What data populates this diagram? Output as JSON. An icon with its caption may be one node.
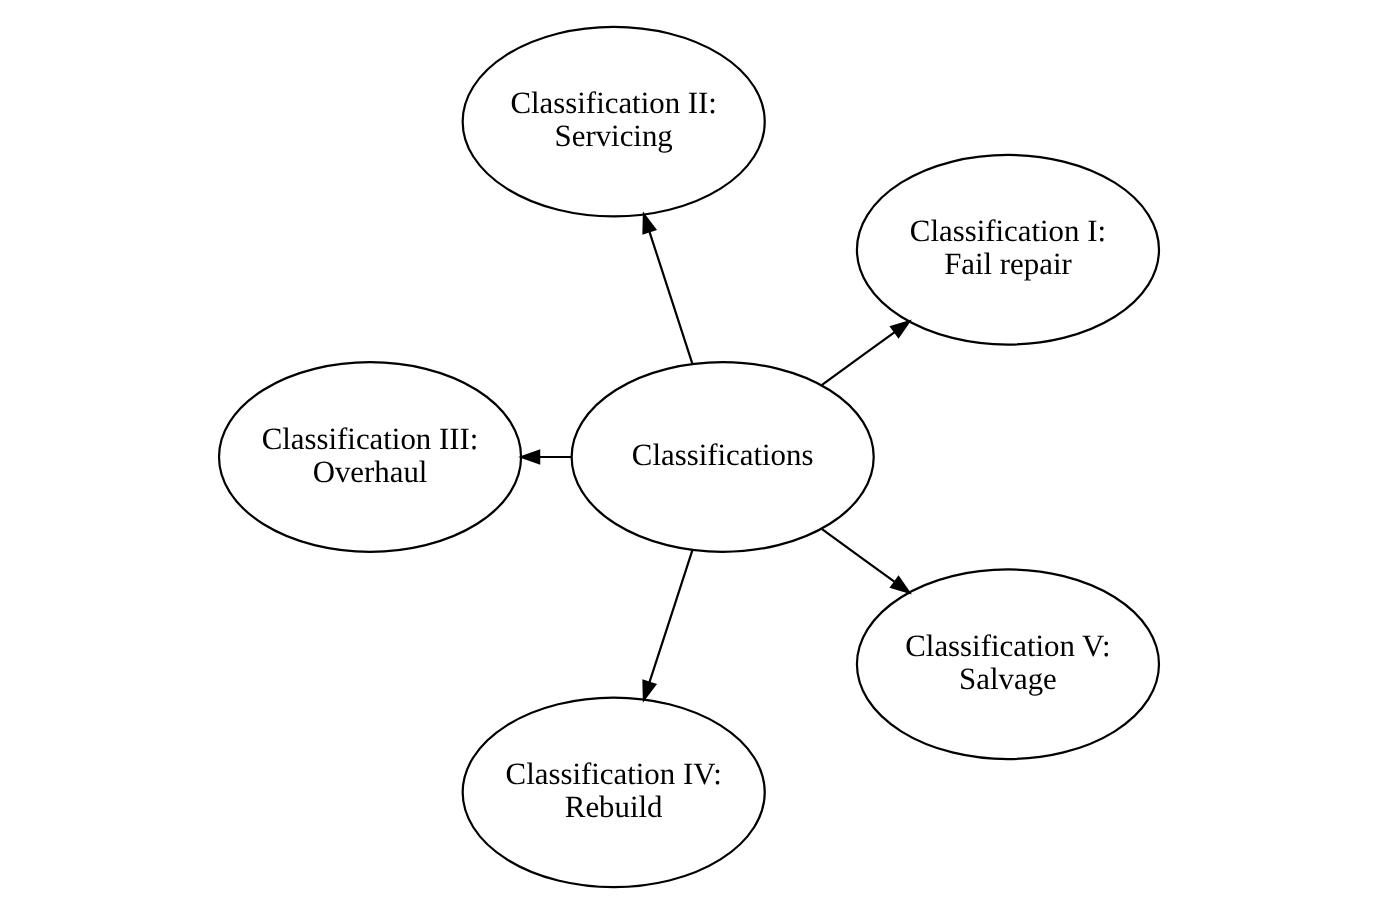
{
  "diagram": {
    "nodes": [
      {
        "text": [
          "Classifications"
        ]
      },
      {
        "text": [
          "Classification I: Fail repair"
        ]
      },
      {
        "text": [
          "Classification II: Servicing"
        ]
      },
      {
        "text": [
          "Classification III: Overhaul"
        ]
      },
      {
        "text": [
          "Classification IV: Rebuild"
        ]
      },
      {
        "text": [
          "Classification V: Salvage"
        ]
      }
    ],
    "edges": [
      {
        "from": 0,
        "to": 1,
        "arrow": "to"
      },
      {
        "from": 0,
        "to": 2,
        "arrow": "to"
      },
      {
        "from": 0,
        "to": 3,
        "arrow": "to"
      },
      {
        "from": 0,
        "to": 4,
        "arrow": "to"
      },
      {
        "from": 0,
        "to": 5,
        "arrow": "to"
      }
    ]
  }
}
